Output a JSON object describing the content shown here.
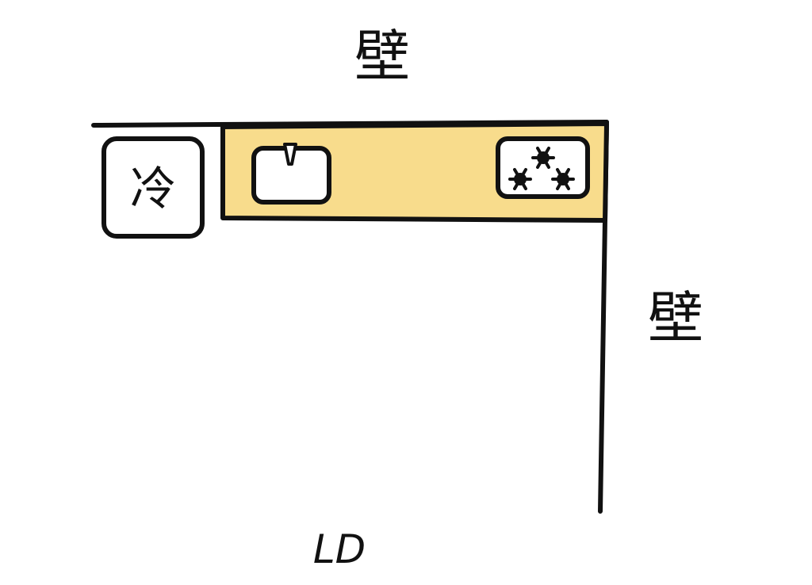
{
  "labels": {
    "wall_top": "壁",
    "wall_right": "壁",
    "fridge": "冷",
    "living_dining": "LD"
  },
  "colors": {
    "counter": "#F8DC8C",
    "line": "#111111",
    "background": "#FFFFFF"
  }
}
